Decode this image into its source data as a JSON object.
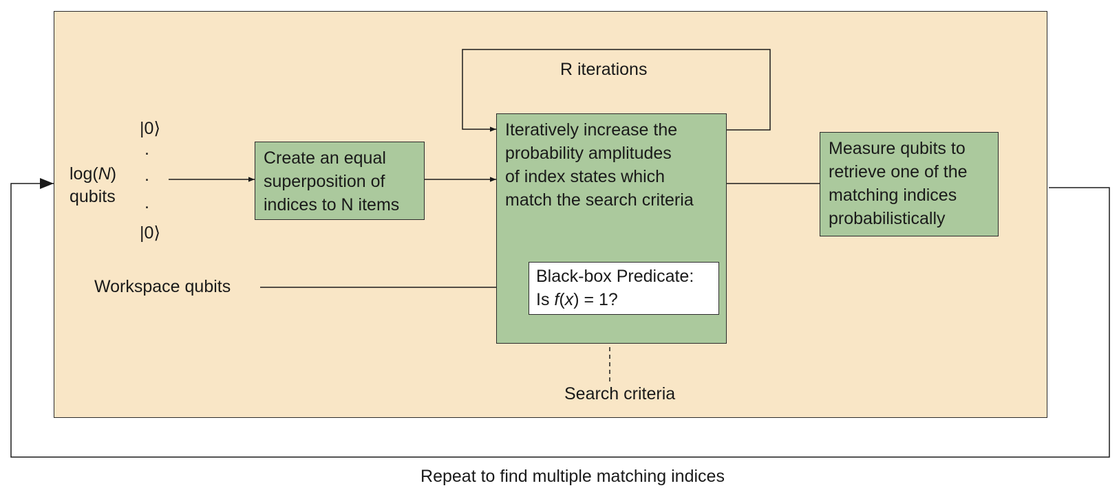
{
  "left": {
    "ket_top": "|0⟩",
    "dots": ".",
    "ket_bottom": "|0⟩",
    "log_prefix": "log(",
    "log_var": "N",
    "log_suffix": ")",
    "qubits": "qubits",
    "workspace": "Workspace qubits"
  },
  "superposition_box": [
    "Create an equal",
    "superposition of",
    "indices to N items"
  ],
  "amplify_box": [
    "Iteratively increase the",
    "probability amplitudes",
    "of index states which",
    "match the search criteria"
  ],
  "oracle_box": {
    "line1": "Black-box Predicate:",
    "line2_prefix": "Is ",
    "f": "f",
    "paren_open": "(",
    "x": "x",
    "line2_suffix": ") = 1?"
  },
  "measure_box": [
    "Measure qubits to",
    "retrieve one of the",
    "matching indices",
    "probabilistically"
  ],
  "loop_label": "R iterations",
  "search_criteria": "Search criteria",
  "repeat_label": "Repeat to find multiple matching indices",
  "colors": {
    "panel": "#f9e6c6",
    "box": "#abc99d",
    "line": "#1a1a1a"
  }
}
